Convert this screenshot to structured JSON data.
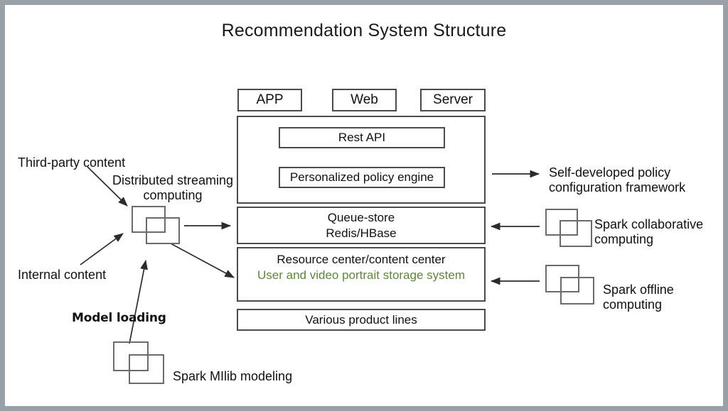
{
  "page": {
    "title": "Recommendation System Structure",
    "border_color": "#9aa0a8",
    "background": "#ffffff",
    "accent_green": "#5a8a34",
    "line_color": "#4b4b4b"
  },
  "client_row": [
    {
      "label": "APP"
    },
    {
      "label": "Web"
    },
    {
      "label": "Server"
    }
  ],
  "api_layer": {
    "rest_api": "Rest API",
    "policy_engine": "Personalized policy engine"
  },
  "queue_layer": {
    "line1": "Queue-store",
    "line2": "Redis/HBase"
  },
  "resource_layer": {
    "line1": "Resource center/content center",
    "line2": "User and video portrait storage system"
  },
  "product_layer": {
    "label": "Various product lines"
  },
  "left_labels": {
    "third_party": "Third-party content",
    "distributed_streaming": "Distributed streaming\ncomputing",
    "internal_content": "Internal content",
    "model_loading": "Model loading",
    "spark_mllib": "Spark MIlib modeling"
  },
  "right_labels": {
    "self_developed": "Self-developed policy\nconfiguration framework",
    "spark_collaborative": "Spark collaborative\ncomputing",
    "spark_offline": "Spark offline\ncomputing"
  },
  "icons": {
    "stream_node": "double-square-icon",
    "mllib_node": "double-square-icon",
    "collab_node": "double-square-icon",
    "offline_node": "double-square-icon"
  }
}
